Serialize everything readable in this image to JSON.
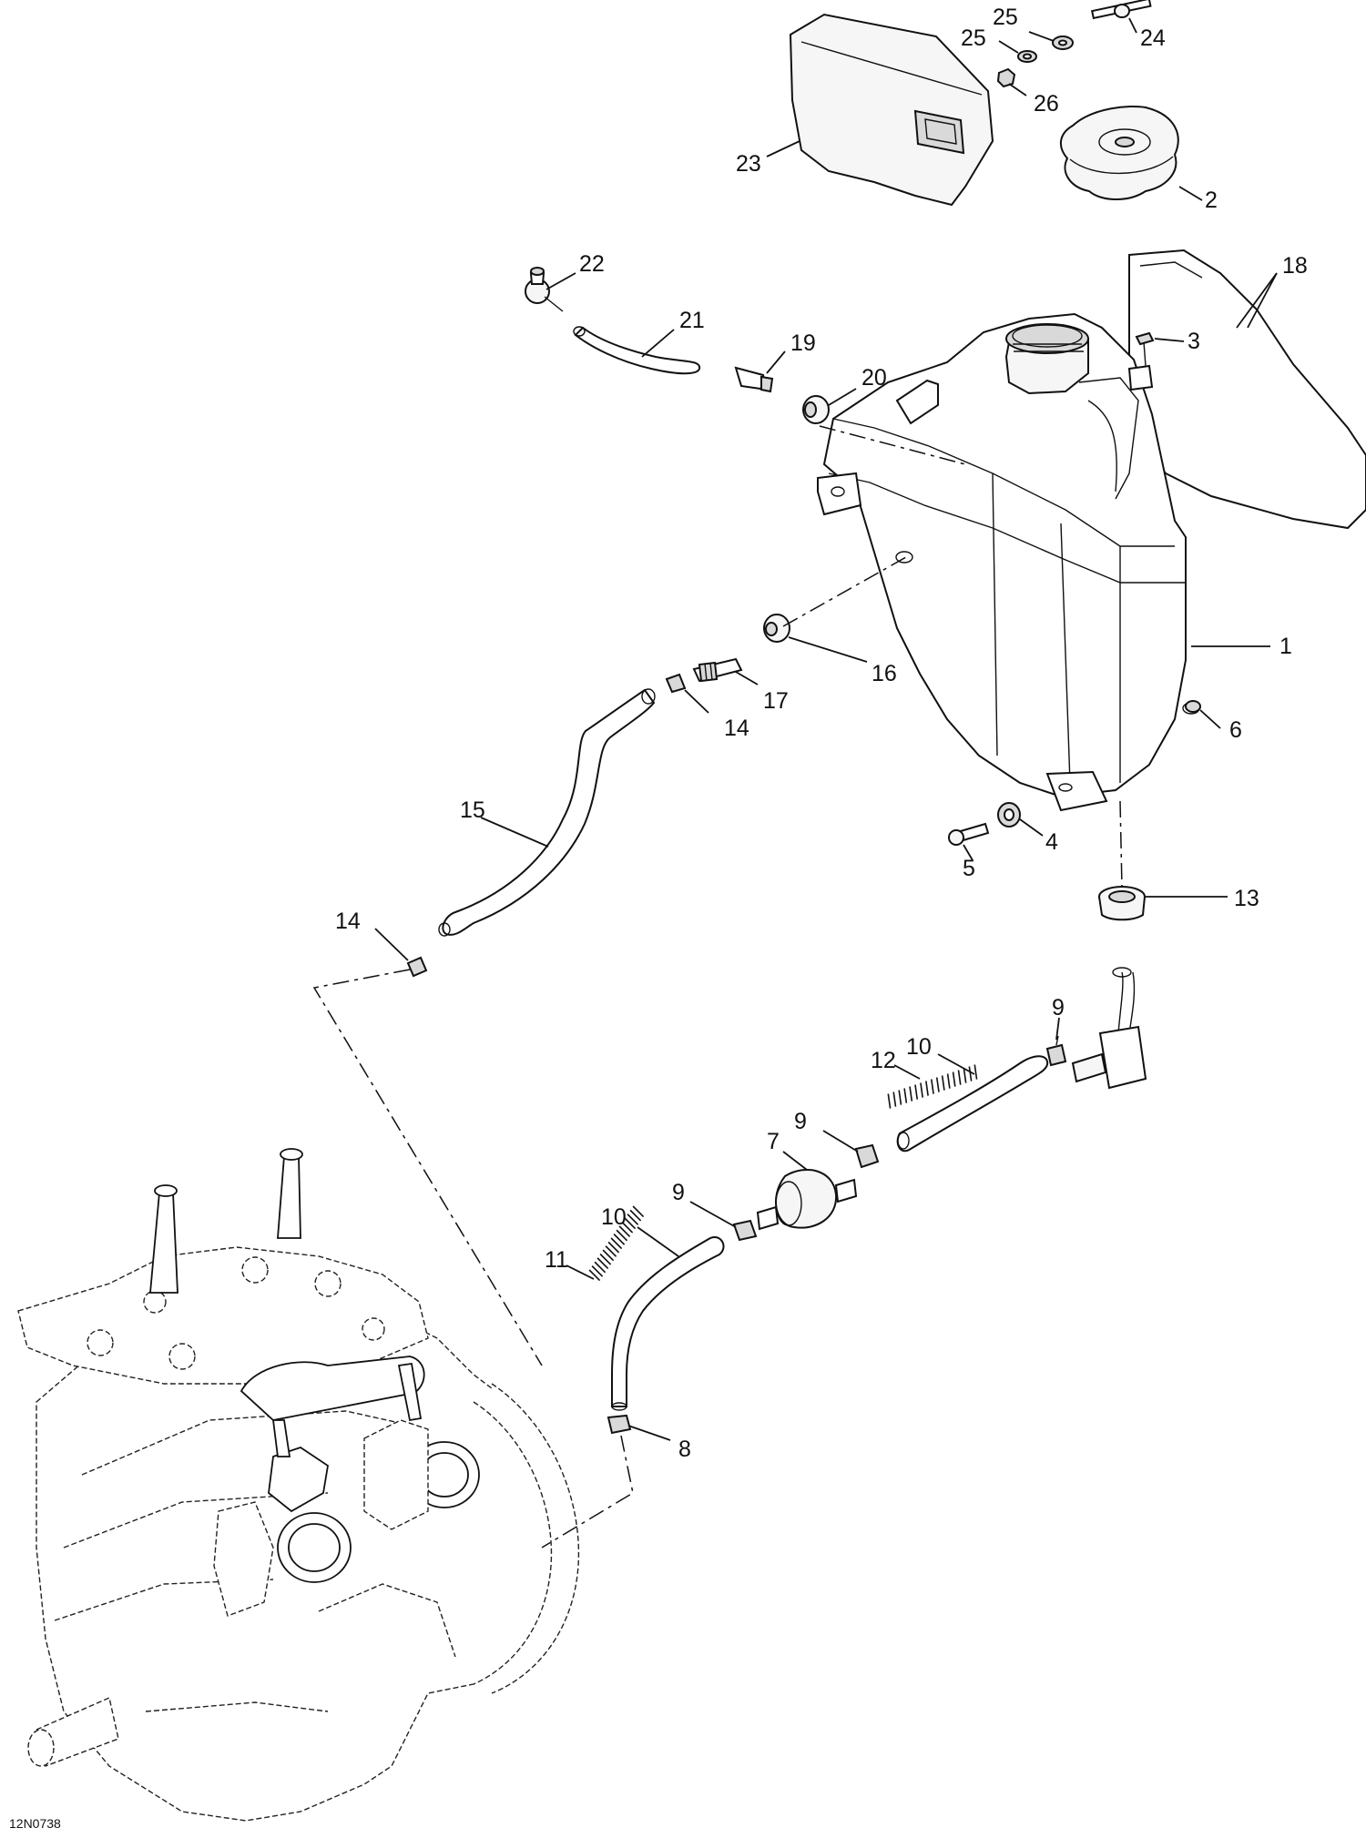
{
  "doc_id": "12N0738",
  "callouts": [
    "1",
    "2",
    "3",
    "4",
    "5",
    "6",
    "7",
    "8",
    "9",
    "9",
    "9",
    "10",
    "10",
    "11",
    "12",
    "13",
    "14",
    "14",
    "15",
    "16",
    "17",
    "18",
    "19",
    "20",
    "21",
    "22",
    "23",
    "24",
    "25",
    "25",
    "26"
  ]
}
